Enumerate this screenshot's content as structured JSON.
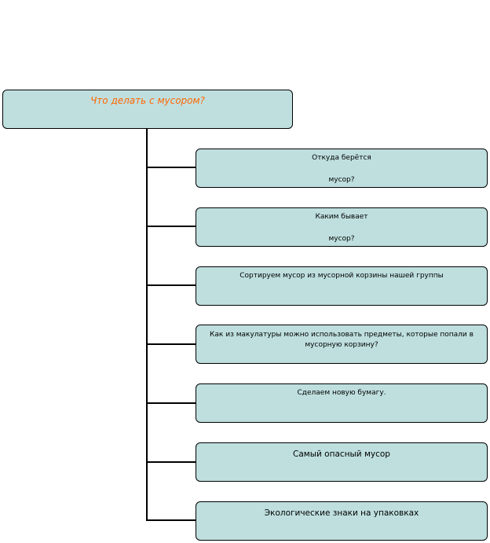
{
  "root": {
    "title": "Что делать с мусором?"
  },
  "children": [
    {
      "line1": "Откуда берётся",
      "line2": "мусор?"
    },
    {
      "line1": "Каким бывает",
      "line2": "мусор?"
    },
    {
      "line1": "Сортируем мусор из мусорной корзины нашей группы"
    },
    {
      "line1": "Как из макулатуры можно использовать предметы, которые попали в мусорную корзину?"
    },
    {
      "line1": "Сделаем новую бумагу."
    },
    {
      "line1": "Самый опасный мусор"
    },
    {
      "line1": "Экологические знаки на упаковках"
    }
  ]
}
